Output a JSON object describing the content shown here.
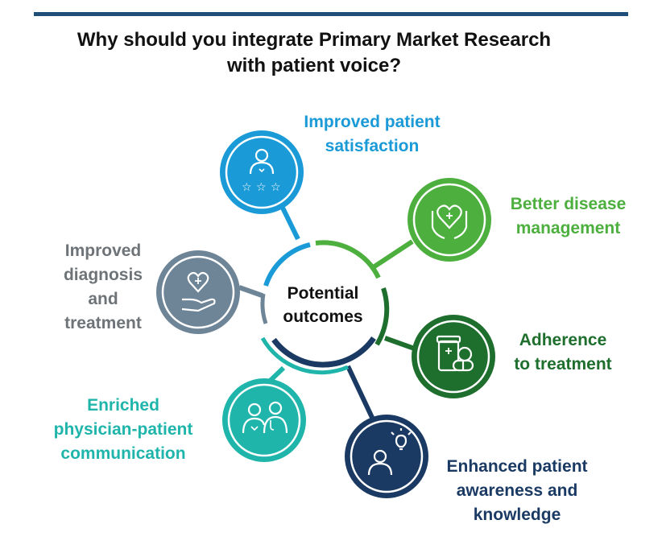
{
  "title": {
    "line1": "Why should you integrate Primary Market Research",
    "line2": "with patient voice?"
  },
  "center": {
    "line1": "Potential",
    "line2": "outcomes"
  },
  "outcomes": [
    {
      "key": "satisfaction",
      "icon": "patient-rating-stars-icon",
      "color": "#1a9ad6",
      "lines": [
        "Improved patient",
        "satisfaction"
      ]
    },
    {
      "key": "disease",
      "icon": "hands-holding-heart-icon",
      "color": "#4caf3e",
      "lines": [
        "Better disease",
        "management"
      ]
    },
    {
      "key": "adherence",
      "icon": "medication-pills-icon",
      "color": "#1e6e2e",
      "lines": [
        "Adherence",
        "to treatment"
      ]
    },
    {
      "key": "awareness",
      "icon": "person-lightbulb-icon",
      "color": "#1a3a63",
      "lines": [
        "Enhanced patient",
        "awareness and",
        "knowledge"
      ]
    },
    {
      "key": "communication",
      "icon": "doctor-patient-icon",
      "color": "#1fb5ab",
      "lines": [
        "Enriched",
        "physician-patient",
        "communication"
      ]
    },
    {
      "key": "diagnosis",
      "icon": "hand-holding-heart-icon",
      "color": "#6e8598",
      "lines": [
        "Improved",
        "diagnosis",
        "and",
        "treatment"
      ]
    }
  ],
  "colors": {
    "rule": "#1f4e79",
    "title_text": "#111111"
  }
}
